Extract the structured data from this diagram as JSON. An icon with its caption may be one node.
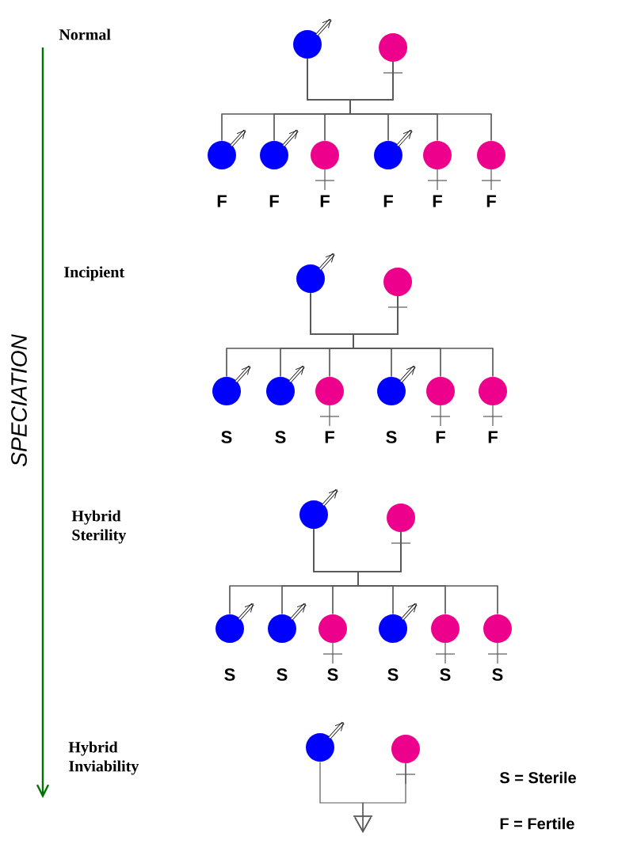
{
  "diagram": {
    "nodes": [
      {
        "text": [],
        "shape": "circle"
      },
      {
        "text": [],
        "shape": "circle"
      },
      {
        "text": [],
        "shape": "circle",
        "beside": [
          "F"
        ]
      },
      {
        "text": [],
        "shape": "circle",
        "beside": [
          "F"
        ]
      },
      {
        "text": [],
        "shape": "circle",
        "beside": [
          "F"
        ]
      },
      {
        "text": [],
        "shape": "circle",
        "beside": [
          "F"
        ]
      },
      {
        "text": [],
        "shape": "circle",
        "beside": [
          "F"
        ]
      },
      {
        "text": [],
        "shape": "circle",
        "beside": [
          "F"
        ]
      },
      {
        "text": [],
        "shape": "circle"
      },
      {
        "text": [],
        "shape": "circle"
      },
      {
        "text": [],
        "shape": "circle",
        "beside": [
          "S"
        ]
      },
      {
        "text": [],
        "shape": "circle",
        "beside": [
          "S"
        ]
      },
      {
        "text": [],
        "shape": "circle",
        "beside": [
          "F"
        ]
      },
      {
        "text": [],
        "shape": "circle",
        "beside": [
          "S"
        ]
      },
      {
        "text": [],
        "shape": "circle",
        "beside": [
          "F"
        ]
      },
      {
        "text": [],
        "shape": "circle",
        "beside": [
          "F"
        ]
      },
      {
        "text": [],
        "shape": "circle"
      },
      {
        "text": [],
        "shape": "circle"
      },
      {
        "text": [],
        "shape": "circle",
        "beside": [
          "S"
        ]
      },
      {
        "text": [],
        "shape": "circle",
        "beside": [
          "S"
        ]
      },
      {
        "text": [],
        "shape": "circle",
        "beside": [
          "S"
        ]
      },
      {
        "text": [],
        "shape": "circle",
        "beside": [
          "S"
        ]
      },
      {
        "text": [],
        "shape": "circle",
        "beside": [
          "S"
        ]
      },
      {
        "text": [],
        "shape": "circle",
        "beside": [
          "S"
        ]
      },
      {
        "text": [],
        "shape": "circle"
      },
      {
        "text": [],
        "shape": "circle"
      }
    ],
    "edges": [
      {
        "from": 0,
        "to": 2,
        "arrow": "none"
      },
      {
        "from": 0,
        "to": 3,
        "arrow": "none"
      },
      {
        "from": 0,
        "to": 4,
        "arrow": "none"
      },
      {
        "from": 0,
        "to": 5,
        "arrow": "none"
      },
      {
        "from": 0,
        "to": 6,
        "arrow": "none"
      },
      {
        "from": 0,
        "to": 7,
        "arrow": "none"
      },
      {
        "from": 1,
        "to": 2,
        "arrow": "none"
      },
      {
        "from": 1,
        "to": 3,
        "arrow": "none"
      },
      {
        "from": 1,
        "to": 4,
        "arrow": "none"
      },
      {
        "from": 1,
        "to": 5,
        "arrow": "none"
      },
      {
        "from": 1,
        "to": 6,
        "arrow": "none"
      },
      {
        "from": 1,
        "to": 7,
        "arrow": "none"
      },
      {
        "from": 8,
        "to": 10,
        "arrow": "none"
      },
      {
        "from": 8,
        "to": 11,
        "arrow": "none"
      },
      {
        "from": 8,
        "to": 12,
        "arrow": "none"
      },
      {
        "from": 8,
        "to": 13,
        "arrow": "none"
      },
      {
        "from": 8,
        "to": 14,
        "arrow": "none"
      },
      {
        "from": 8,
        "to": 15,
        "arrow": "none"
      },
      {
        "from": 9,
        "to": 10,
        "arrow": "none"
      },
      {
        "from": 9,
        "to": 11,
        "arrow": "none"
      },
      {
        "from": 9,
        "to": 12,
        "arrow": "none"
      },
      {
        "from": 9,
        "to": 13,
        "arrow": "none"
      },
      {
        "from": 9,
        "to": 14,
        "arrow": "none"
      },
      {
        "from": 9,
        "to": 15,
        "arrow": "none"
      },
      {
        "from": 16,
        "to": 18,
        "arrow": "none"
      },
      {
        "from": 16,
        "to": 19,
        "arrow": "none"
      },
      {
        "from": 16,
        "to": 20,
        "arrow": "none"
      },
      {
        "from": 16,
        "to": 21,
        "arrow": "none"
      },
      {
        "from": 16,
        "to": 22,
        "arrow": "none"
      },
      {
        "from": 16,
        "to": 23,
        "arrow": "none"
      },
      {
        "from": 17,
        "to": 18,
        "arrow": "none"
      },
      {
        "from": 17,
        "to": 19,
        "arrow": "none"
      },
      {
        "from": 17,
        "to": 20,
        "arrow": "none"
      },
      {
        "from": 17,
        "to": 21,
        "arrow": "none"
      },
      {
        "from": 17,
        "to": 22,
        "arrow": "none"
      },
      {
        "from": 17,
        "to": 23,
        "arrow": "none"
      },
      {
        "from": 24,
        "to": null,
        "arrow": "to"
      },
      {
        "from": 25,
        "to": null,
        "arrow": "to"
      }
    ],
    "labels": [
      "Normal",
      "Incipient",
      "SPECIATION",
      "Hybrid Sterility",
      "Hybrid Inviability",
      "S = Sterile",
      "F = Fertile"
    ]
  }
}
